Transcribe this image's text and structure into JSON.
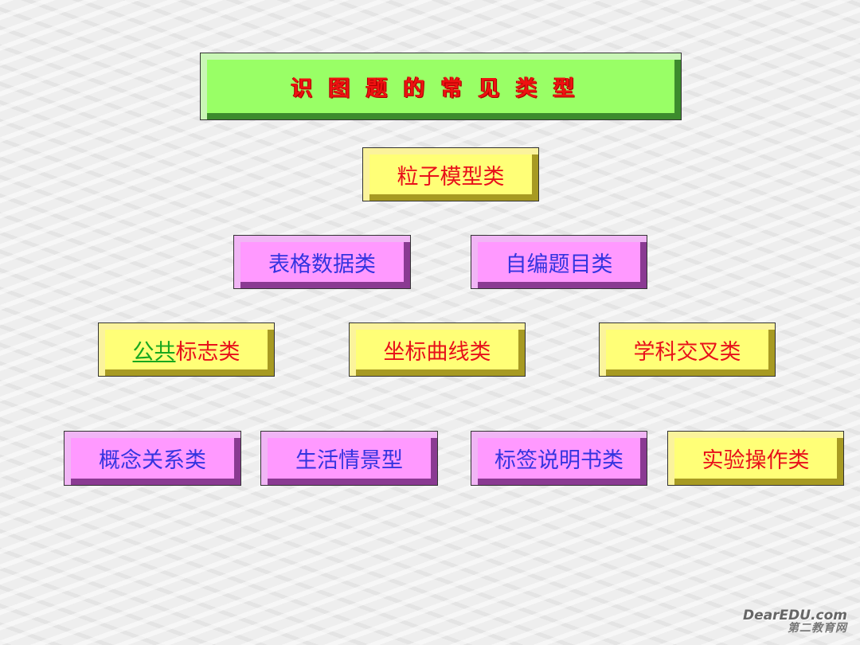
{
  "title": "识图题的常见类型",
  "boxes": {
    "particle_model": "粒子模型类",
    "table_data": "表格数据类",
    "self_made": "自编题目类",
    "public_prefix": "公共",
    "public_suffix": "标志类",
    "coordinate_curve": "坐标曲线类",
    "interdisciplinary": "学科交叉类",
    "concept_relation": "概念关系类",
    "life_scene": "生活情景型",
    "label_instruction": "标签说明书类",
    "experiment_operation": "实验操作类"
  },
  "logo": {
    "line1": "DearEDU.com",
    "line2": "第二教育网"
  },
  "colors": {
    "yellow": "#ffff77",
    "purple": "#ff99ff",
    "green": "#99ff66",
    "red_text": "#e8101a",
    "blue_text": "#3434e0"
  }
}
